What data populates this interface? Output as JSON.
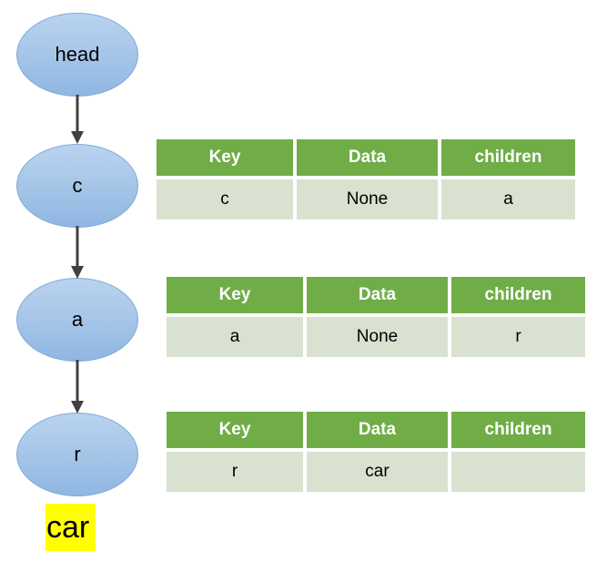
{
  "diagram": {
    "type": "trie-linked-list",
    "nodes": [
      {
        "label": "head"
      },
      {
        "label": "c"
      },
      {
        "label": "a"
      },
      {
        "label": "r"
      }
    ],
    "edges": [
      {
        "from": "head",
        "to": "c",
        "arrow": "down-arrow"
      },
      {
        "from": "c",
        "to": "a",
        "arrow": "down-arrow"
      },
      {
        "from": "a",
        "to": "r",
        "arrow": "down-arrow"
      }
    ],
    "highlight": {
      "text": "car",
      "background": "#ffff00"
    }
  },
  "tables": [
    {
      "headers": [
        "Key",
        "Data",
        "children"
      ],
      "row": [
        "c",
        "None",
        "a"
      ]
    },
    {
      "headers": [
        "Key",
        "Data",
        "children"
      ],
      "row": [
        "a",
        "None",
        "r"
      ]
    },
    {
      "headers": [
        "Key",
        "Data",
        "children"
      ],
      "row": [
        "r",
        "car",
        ""
      ]
    }
  ],
  "colors": {
    "table_header": "#70ad47",
    "table_row": "#d9e2d0",
    "node_fill": "#a8c7e8",
    "node_border": "#7fa9d8",
    "arrow": "#404040",
    "highlight": "#ffff00"
  }
}
